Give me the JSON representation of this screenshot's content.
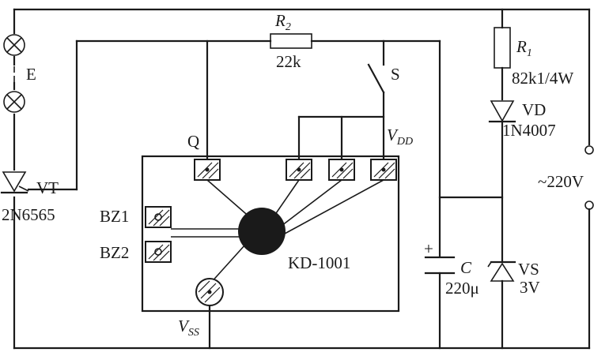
{
  "labels": {
    "lamp": "E",
    "r2_letter": "R",
    "r2_sub": "2",
    "r2_value": "22k",
    "switch": "S",
    "r1_letter": "R",
    "r1_sub": "1",
    "r1_value": "82k1/4W",
    "vd_name": "VD",
    "vd_part": "1N4007",
    "vdd_letter": "V",
    "vdd_sub": "DD",
    "q_pin": "Q",
    "vt_name": "VT",
    "vt_part": "2N6565",
    "bz1": "BZ1",
    "bz2": "BZ2",
    "ic_name": "KD-1001",
    "cap_plus": "+",
    "cap_letter": "C",
    "cap_value": "220μ",
    "vs_name": "VS",
    "vs_value": "3V",
    "mains": "~220V",
    "vss_letter": "V",
    "vss_sub": "SS"
  }
}
